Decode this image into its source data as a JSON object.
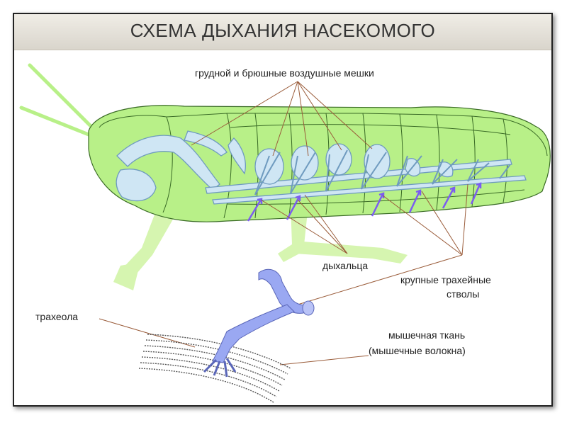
{
  "title": "СХЕМА ДЫХАНИЯ НАСЕКОМОГО",
  "labels": {
    "air_sacs": "грудной и брюшные воздушные мешки",
    "spiracles": "дыхальца",
    "trunks_line1": "крупные трахейные",
    "trunks_line2": "стволы",
    "tracheole": "трахеола",
    "muscle_line1": "мышечная ткань",
    "muscle_line2": "(мышечные волокна)"
  },
  "colors": {
    "body_green": "#b8f088",
    "outline": "#3a6b26",
    "trachea": "#cfe6f4",
    "trachea_edge": "#6f9bbf",
    "arrows": "#7b5cf0",
    "pointer_lines": "#9a5c3a",
    "tube": "#9aa8f2"
  }
}
